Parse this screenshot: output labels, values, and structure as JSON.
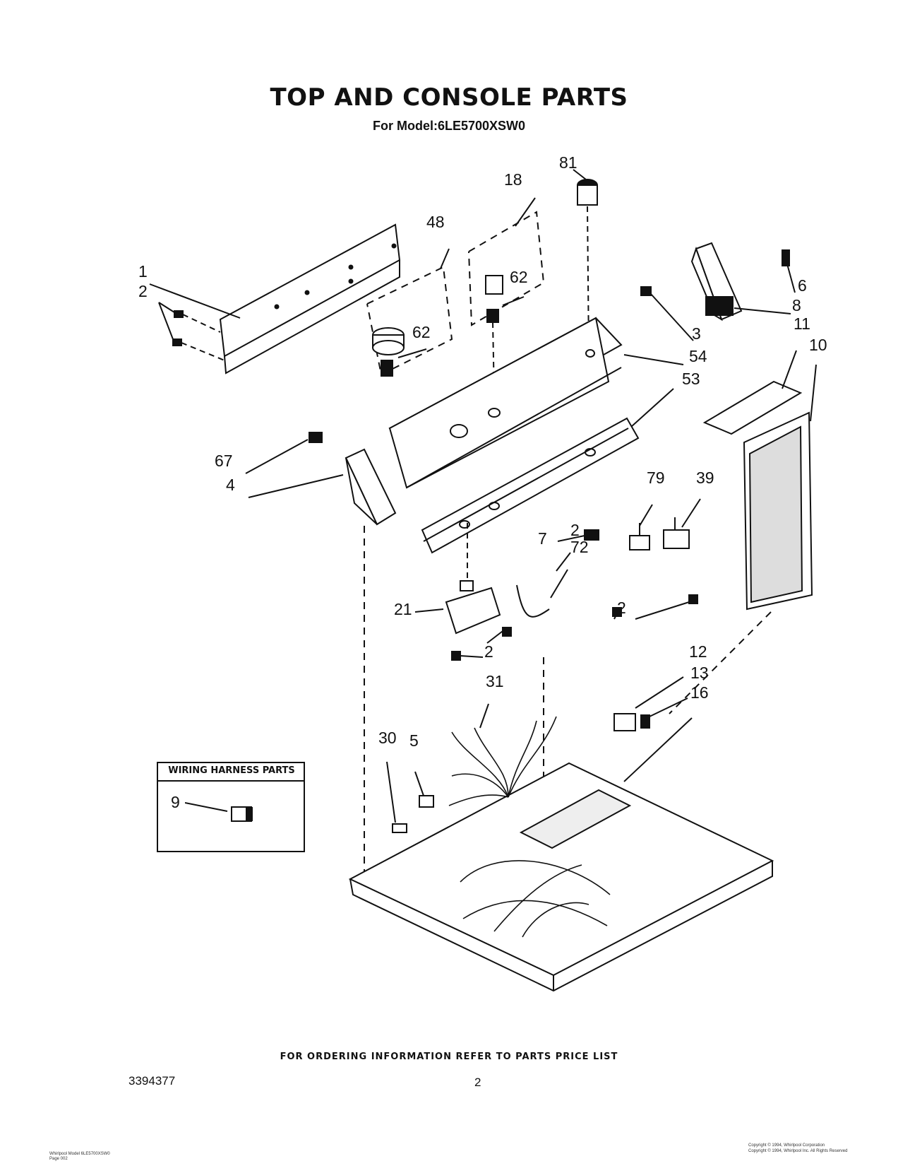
{
  "header": {
    "title": "TOP AND CONSOLE PARTS",
    "subtitle": "For Model:6LE5700XSW0"
  },
  "callouts": [
    "81",
    "18",
    "48",
    "62",
    "62",
    "1",
    "2",
    "6",
    "8",
    "3",
    "54",
    "53",
    "11",
    "10",
    "67",
    "4",
    "79",
    "39",
    "7",
    "2",
    "72",
    "21",
    "2",
    "2",
    "12",
    "13",
    "16",
    "31",
    "5",
    "30"
  ],
  "wiring_box": {
    "title": "WIRING HARNESS PARTS",
    "part_number": "9"
  },
  "footer": {
    "ordering_note": "FOR ORDERING INFORMATION REFER TO PARTS PRICE LIST",
    "document_number": "3394377",
    "page_number": "2",
    "small_left_line1": "Whirlpool Model 6LE5700XSW0",
    "small_left_line2": "Page 002",
    "small_right_line1": "Copyright © 1994, Whirlpool Corporation",
    "small_right_line2": "Copyright © 1994, Whirlpool Inc. All Rights Reserved"
  }
}
